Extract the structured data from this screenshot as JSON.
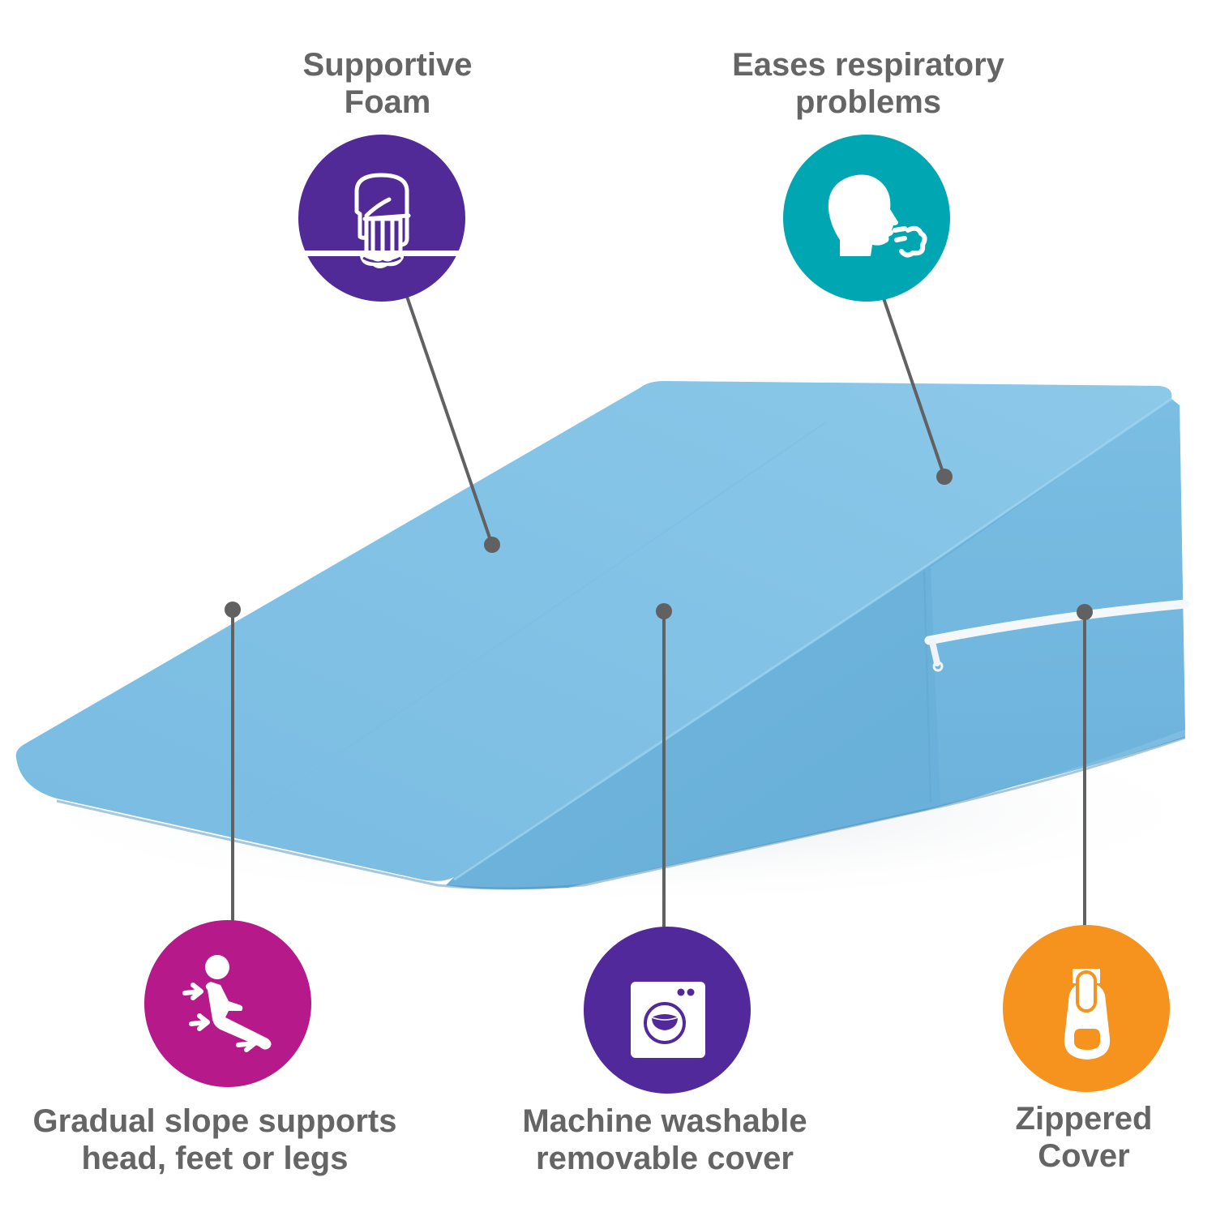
{
  "product": {
    "name": "Bed wedge pillow",
    "fabric_color": "#7fc0e4",
    "fabric_shade": "#6cb2da",
    "zipper_color": "#f4f8fb"
  },
  "callout_line_color": "#616161",
  "text_color": "#656565",
  "features": [
    {
      "id": "supportive-foam",
      "lines": [
        "Supportive",
        "Foam"
      ],
      "icon": "hand-pressing-foam-icon",
      "badge_color": "#512a97"
    },
    {
      "id": "respiratory",
      "lines": [
        "Eases respiratory",
        "problems"
      ],
      "icon": "head-breathing-icon",
      "badge_color": "#00a6b2"
    },
    {
      "id": "gradual-slope",
      "lines": [
        "Gradual slope supports",
        "head, feet or legs"
      ],
      "icon": "reclining-person-icon",
      "badge_color": "#b5198a"
    },
    {
      "id": "machine-washable",
      "lines": [
        "Machine washable",
        "removable cover"
      ],
      "icon": "washing-machine-icon",
      "badge_color": "#51299a"
    },
    {
      "id": "zippered-cover",
      "lines": [
        "Zippered",
        "Cover"
      ],
      "icon": "zipper-pull-icon",
      "badge_color": "#f6921e"
    }
  ]
}
